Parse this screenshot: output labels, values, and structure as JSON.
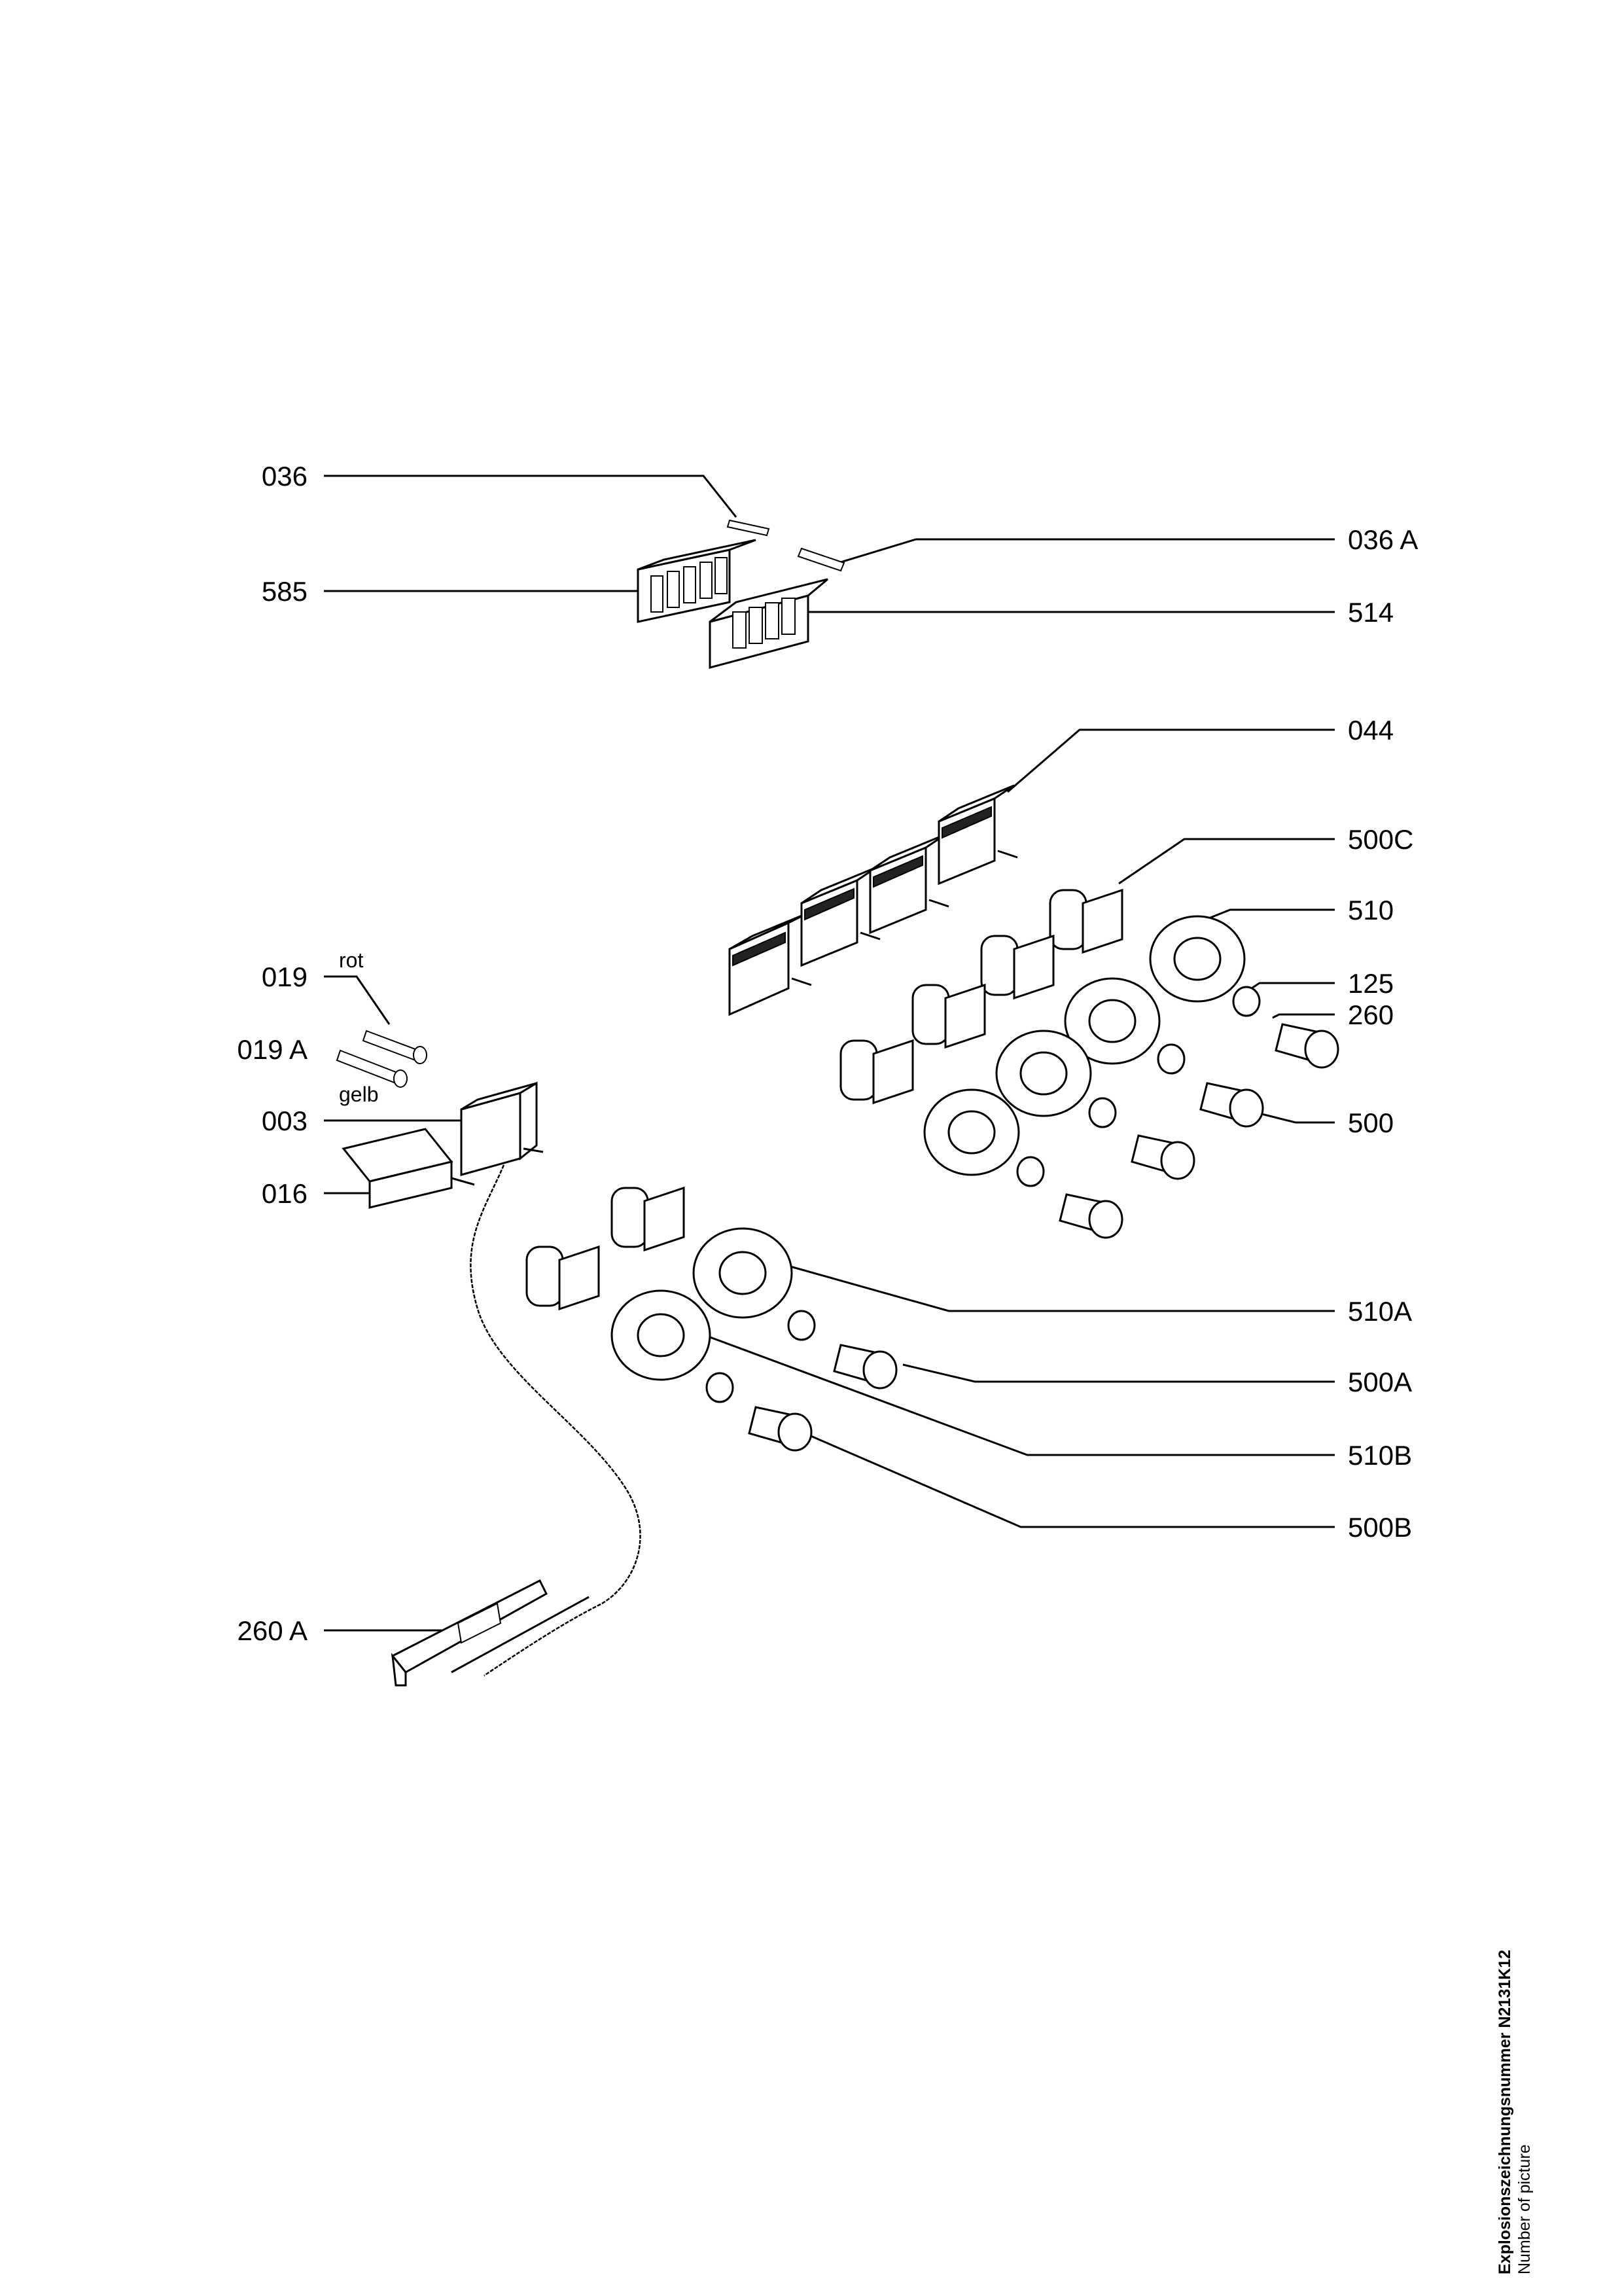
{
  "callouts": {
    "l036": "036",
    "l036a": "036 A",
    "l585": "585",
    "l514": "514",
    "l044": "044",
    "l500c": "500C",
    "l510": "510",
    "l125": "125",
    "l260": "260",
    "l500": "500",
    "l019": "019",
    "l019a": "019 A",
    "l003": "003",
    "l016": "016",
    "l510a": "510A",
    "l500a": "500A",
    "l510b": "510B",
    "l500b": "500B",
    "l260a": "260 A"
  },
  "wire_colors": {
    "rot": "rot",
    "gelb": "gelb"
  },
  "caption": {
    "line1": "Explosionszeichnungsnummer N2131K12",
    "line2": "Number of picture"
  }
}
